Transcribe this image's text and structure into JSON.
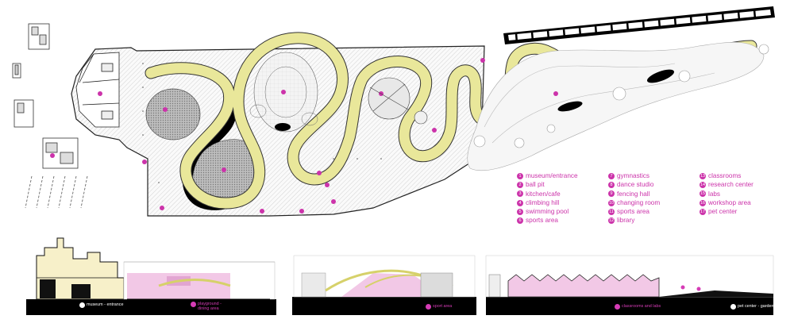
{
  "legend": {
    "col1": [
      {
        "num": "1",
        "label": "museum/entrance"
      },
      {
        "num": "2",
        "label": "ball pit"
      },
      {
        "num": "3",
        "label": "kitchen/cafe"
      },
      {
        "num": "4",
        "label": "climbing hill"
      },
      {
        "num": "5",
        "label": "swimming pool"
      },
      {
        "num": "6",
        "label": "sports area"
      }
    ],
    "col2": [
      {
        "num": "7",
        "label": "gymnastics"
      },
      {
        "num": "8",
        "label": "dance studio"
      },
      {
        "num": "9",
        "label": "fencing hall"
      },
      {
        "num": "10",
        "label": "changing room"
      },
      {
        "num": "11",
        "label": "sports area"
      },
      {
        "num": "12",
        "label": "library"
      }
    ],
    "col3": [
      {
        "num": "13",
        "label": "classrooms"
      },
      {
        "num": "14",
        "label": "research center"
      },
      {
        "num": "15",
        "label": "labs"
      },
      {
        "num": "16",
        "label": "workshop area"
      },
      {
        "num": "17",
        "label": "pet center"
      }
    ]
  },
  "sections": {
    "museum_entrance": "museum - entrance",
    "playground": "playground -",
    "playground_sub": "dining area",
    "sport_area": "sport area",
    "classrooms": "classrooms and labs",
    "pet_center": "pet center - garden"
  },
  "colors": {
    "ramp_yellow": "#e9e79a",
    "accent_pink": "#cc33aa",
    "wall_black": "#000000",
    "section_pink": "#f2c8e6"
  }
}
